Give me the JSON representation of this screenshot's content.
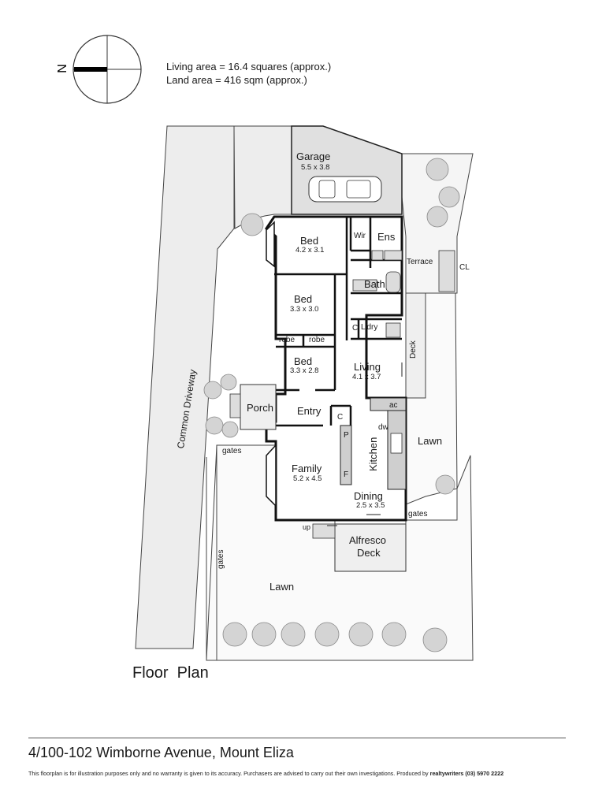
{
  "compass": {
    "north_letter": "N"
  },
  "info": {
    "living_area": "Living area = 16.4 squares (approx.)",
    "land_area": "Land area = 416 sqm (approx.)"
  },
  "rooms": {
    "garage": {
      "name": "Garage",
      "dims": "5.5 x 3.8"
    },
    "bed1": {
      "name": "Bed",
      "dims": "4.2 x 3.1"
    },
    "bed2": {
      "name": "Bed",
      "dims": "3.3 x 3.0"
    },
    "bed3": {
      "name": "Bed",
      "dims": "3.3 x 2.8"
    },
    "living": {
      "name": "Living",
      "dims": "4.1 x 3.7"
    },
    "family": {
      "name": "Family",
      "dims": "5.2 x 4.5"
    },
    "dining": {
      "name": "Dining",
      "dims": "2.5 x 3.5"
    },
    "kitchen": {
      "name": "Kitchen"
    },
    "wir": "Wir",
    "ens": "Ens",
    "bath": "Bath",
    "laundry": "L'dry",
    "cupboard1": "C",
    "cupboard2": "C",
    "robe1": "robe",
    "robe2": "robe",
    "terrace": "Terrace",
    "cl": "CL",
    "deck": "Deck",
    "porch": "Porch",
    "entry": "Entry",
    "pantry": "P",
    "fridge": "F",
    "ac": "ac",
    "dw": "dw",
    "alfresco_line1": "Alfresco",
    "alfresco_line2": "Deck",
    "lawn_east": "Lawn",
    "lawn_south": "Lawn",
    "driveway": "Common Driveway",
    "gates_north": "gates",
    "gates_east": "gates",
    "gates_west": "gates",
    "up": "up"
  },
  "footer": {
    "plan_title": "Floor  Plan",
    "address": "4/100-102 Wimborne Avenue, Mount Eliza",
    "disclaimer": "This floorplan is for illustration purposes only and no warranty is given to its accuracy. Purchasers are advised to carry out their own investigations. Produced by ",
    "producer": "realtywriters (03) 5970 2222"
  }
}
